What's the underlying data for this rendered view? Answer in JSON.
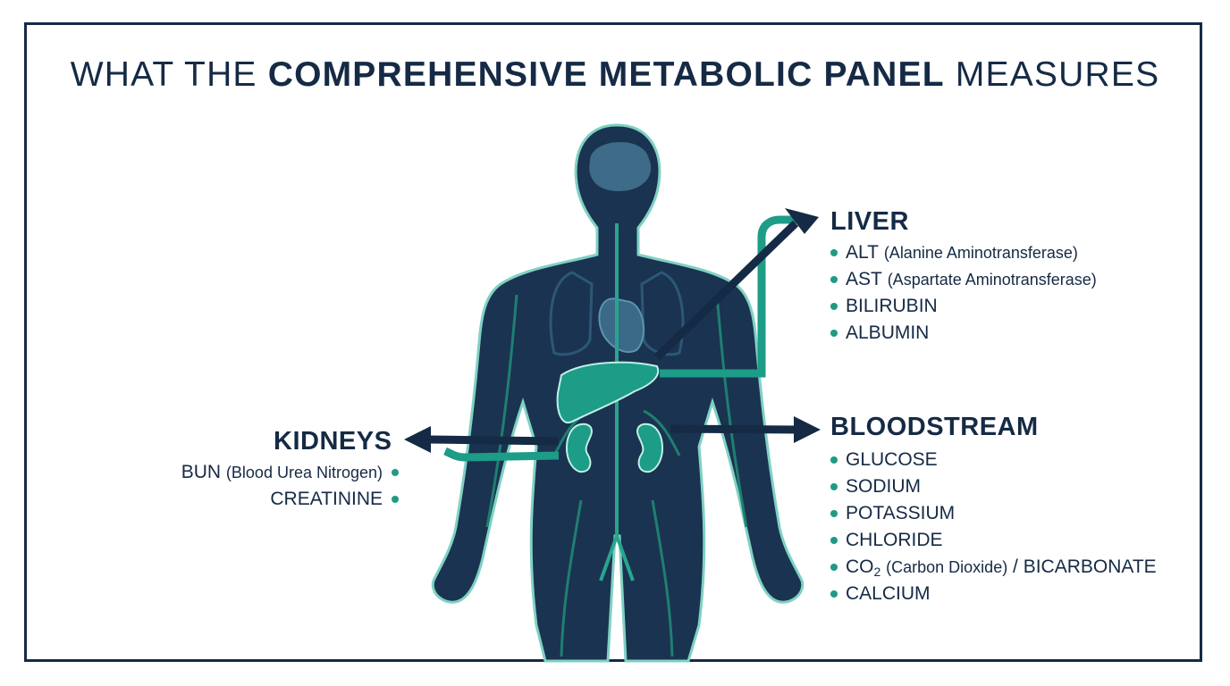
{
  "title": {
    "prefix": "WHAT THE",
    "emphasis": "COMPREHENSIVE METABOLIC PANEL",
    "suffix": "MEASURES"
  },
  "liver": {
    "heading": "LIVER",
    "items": [
      {
        "abbr": "ALT",
        "desc": "(Alanine Aminotransferase)"
      },
      {
        "abbr": "AST",
        "desc": "(Aspartate Aminotransferase)"
      },
      {
        "abbr": "BILIRUBIN",
        "desc": ""
      },
      {
        "abbr": "ALBUMIN",
        "desc": ""
      }
    ]
  },
  "bloodstream": {
    "heading": "BLOODSTREAM",
    "items": [
      {
        "abbr": "GLUCOSE",
        "desc": ""
      },
      {
        "abbr": "SODIUM",
        "desc": ""
      },
      {
        "abbr": "POTASSIUM",
        "desc": ""
      },
      {
        "abbr": "CHLORIDE",
        "desc": ""
      },
      {
        "abbr": "CO",
        "sub": "2",
        "desc": "(Carbon Dioxide)",
        "tail": "/ BICARBONATE"
      },
      {
        "abbr": "CALCIUM",
        "desc": ""
      }
    ]
  },
  "kidneys": {
    "heading": "KIDNEYS",
    "items": [
      {
        "abbr": "BUN",
        "desc": "(Blood Urea Nitrogen)"
      },
      {
        "abbr": "CREATININE",
        "desc": ""
      }
    ]
  },
  "colors": {
    "navy": "#152a45",
    "teal": "#1f9a86",
    "body_fill": "#1a3350",
    "organ_teal": "#1d9c88"
  }
}
